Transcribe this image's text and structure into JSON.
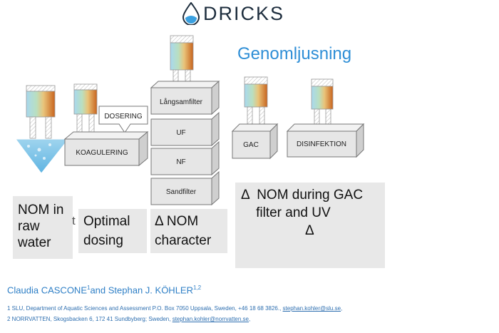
{
  "header": {
    "logo_text": "DRICKS",
    "heading": "Genomljusning"
  },
  "diagram": {
    "boxes": {
      "dosering": "DOSERING",
      "koagulering": "KOAGULERING",
      "langsamfilter": "Långsamfilter",
      "uf": "UF",
      "nf": "NF",
      "sandfilter": "Sandfilter",
      "gac": "GAC",
      "disinfektion": "DISINFEKTION"
    }
  },
  "notes": {
    "raw_line1": "NOM in",
    "raw_line2": "raw",
    "raw_line3": "water",
    "raw_trailing": "t",
    "dose_line1": "Optimal",
    "dose_line2": "dosing",
    "char_line1": "Δ NOM",
    "char_line2": "character",
    "gac_line1": "Δ  NOM during GAC",
    "gac_line2": "    filter and UV",
    "gac_line3": "Δ"
  },
  "credits": {
    "author1": "Claudia CASCONE",
    "author1_sup": "1",
    "and": "and Stephan J. KÖHLER",
    "author2_sup": "1,2",
    "aff1_text": "1 SLU, Department of Aquatic Sciences and Assessment P.O. Box 7050 Uppsala, Sweden, +46 18 68 3826., ",
    "aff1_email": "stephan.kohler@slu.se",
    "aff1_end": ",",
    "aff2_text": "2 NORRVATTEN, Skogsbacken 6, 172 41 Sundbyberg; Sweden, ",
    "aff2_email": "stephan.kohler@norrvatten.se",
    "aff2_end": ","
  }
}
